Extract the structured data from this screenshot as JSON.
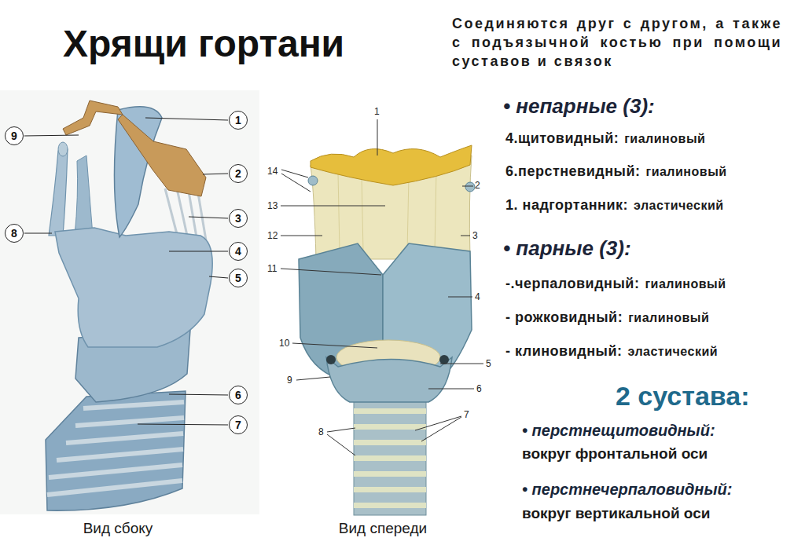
{
  "diagram": {
    "title": "Хрящи гортани",
    "nodes": [
      {
        "text": [
          "1"
        ]
      },
      {
        "text": [
          "9"
        ]
      },
      {
        "text": [
          "2"
        ]
      },
      {
        "text": [
          "3"
        ]
      },
      {
        "text": [
          "8"
        ]
      },
      {
        "text": [
          "4"
        ]
      },
      {
        "text": [
          "5"
        ]
      },
      {
        "text": [
          "6"
        ]
      },
      {
        "text": [
          "7"
        ]
      }
    ],
    "labels": [
      "Соединяются друг с другом, а также с подъязычной костью при помощи суставов и связок",
      "• непарные (3):",
      "4.щитовидный:",
      "гиалиновый",
      "6.перстневидный:",
      "гиалиновый",
      "1. надгортанник:",
      "эластический",
      "• парные (3):",
      "-.черпаловидный:",
      "гиалиновый",
      "- рожковидный:",
      "гиалиновый",
      "- клиновидный:",
      "эластический",
      "2 сустава:",
      "• перстнещитовидный:",
      "вокруг фронтальной оси",
      "• перстнечерпаловидный:",
      "вокруг вертикальной оси",
      "Вид сбоку",
      "Вид спереди",
      "1",
      "14",
      "2",
      "13",
      "12",
      "3",
      "11",
      "4",
      "10",
      "5",
      "9",
      "6",
      "7",
      "8"
    ]
  }
}
